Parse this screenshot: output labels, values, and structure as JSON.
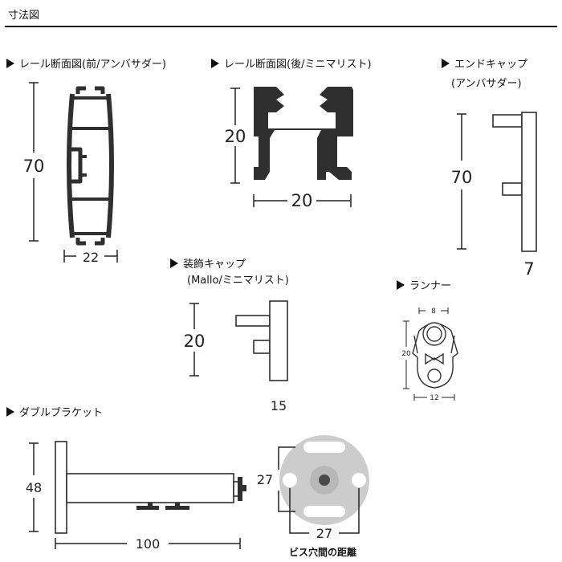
{
  "header": {
    "title": "寸法図"
  },
  "sections": {
    "rail_front": {
      "label": "レール断面図(前/アンバサダー)",
      "height": "70",
      "width": "22"
    },
    "rail_back": {
      "label": "レール断面図(後/ミニマリスト)",
      "height": "20",
      "width": "20"
    },
    "end_cap": {
      "label_line1": "エンドキャップ",
      "label_line2": "(アンバサダー)",
      "height": "70",
      "width": "7"
    },
    "deco_cap": {
      "label_line1": "装飾キャップ",
      "label_line2": "(Mallo/ミニマリスト)",
      "height": "20",
      "width": "15"
    },
    "runner": {
      "label": "ランナー",
      "top_width": "8",
      "height": "20",
      "bottom_width": "12"
    },
    "bracket": {
      "label": "ダブルブラケット",
      "height": "48",
      "length": "100"
    },
    "screw_plate": {
      "vertical": "27",
      "horizontal": "27",
      "caption": "ビス穴間の距離"
    }
  },
  "colors": {
    "profile": "#2f2f2f",
    "plate": "#cccccc",
    "line": "#222222"
  }
}
